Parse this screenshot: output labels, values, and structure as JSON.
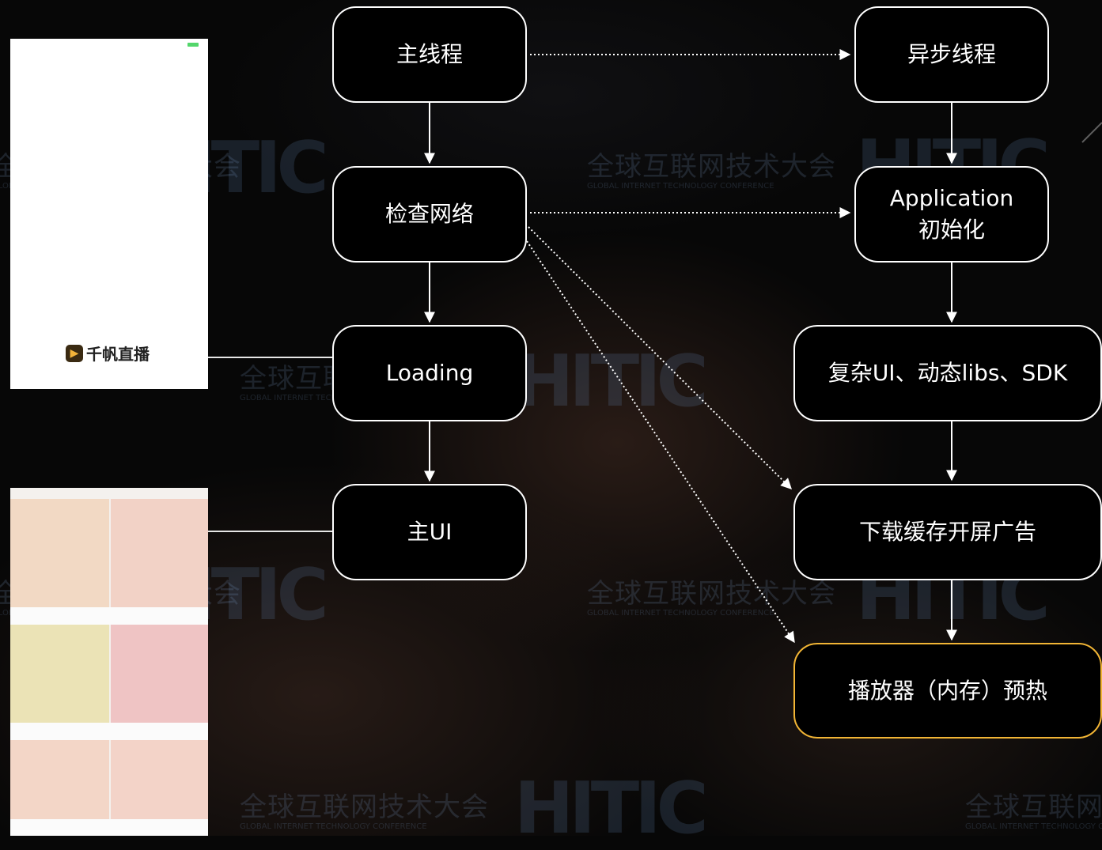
{
  "watermark": {
    "cn": "全球互联网技术大会",
    "en": "GLOBAL INTERNET TECHNOLOGY CONFERENCE",
    "logo": "HITIC"
  },
  "nodes": {
    "main_thread": "主线程",
    "check_network": "检查网络",
    "loading": "Loading",
    "main_ui": "主UI",
    "async_thread": "异步线程",
    "app_init": "Application\n初始化",
    "complex_ui": "复杂UI、动态libs、SDK",
    "download_ad": "下载缓存开屏广告",
    "player_preheat": "播放器（内存）预热"
  },
  "splash_phone": {
    "brand": "千帆直播"
  },
  "colors": {
    "node_border": "#ffffff",
    "highlight_border": "#f2b535",
    "background": "#070707"
  }
}
